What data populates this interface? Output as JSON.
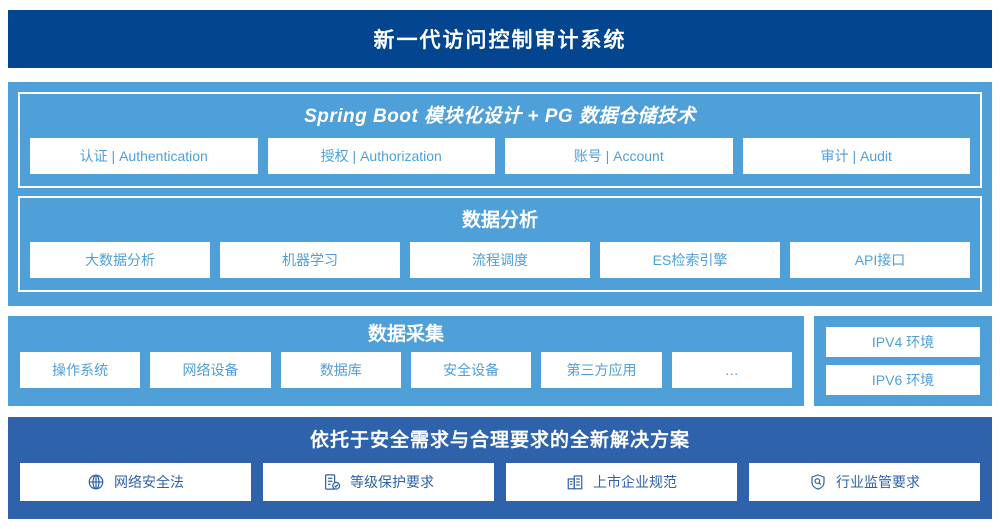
{
  "header": {
    "title": "新一代访问控制审计系统"
  },
  "sections": {
    "platform": {
      "title": "Spring Boot 模块化设计 + PG 数据仓储技术",
      "cards": [
        {
          "label": "认证 | Authentication"
        },
        {
          "label": "授权 | Authorization"
        },
        {
          "label": "账号 | Account"
        },
        {
          "label": "审计 | Audit"
        }
      ]
    },
    "analysis": {
      "title": "数据分析",
      "cards": [
        {
          "label": "大数据分析"
        },
        {
          "label": "机器学习"
        },
        {
          "label": "流程调度"
        },
        {
          "label": "ES检索引擎"
        },
        {
          "label": "API接口"
        }
      ]
    },
    "collection": {
      "title": "数据采集",
      "cards": [
        {
          "label": "操作系统"
        },
        {
          "label": "网络设备"
        },
        {
          "label": "数据库"
        },
        {
          "label": "安全设备"
        },
        {
          "label": "第三方应用"
        },
        {
          "label": "…"
        }
      ],
      "environments": [
        {
          "label": "IPV4 环境"
        },
        {
          "label": "IPV6 环境"
        }
      ]
    },
    "compliance": {
      "title": "依托于安全需求与合理要求的全新解决方案",
      "cards": [
        {
          "label": "网络安全法",
          "icon": "globe-icon"
        },
        {
          "label": "等级保护要求",
          "icon": "document-check-icon"
        },
        {
          "label": "上市企业规范",
          "icon": "bank-building-icon"
        },
        {
          "label": "行业监管要求",
          "icon": "shield-search-icon"
        }
      ]
    }
  },
  "colors": {
    "header_blue": "#04458f",
    "panel_blue": "#4f9fd8",
    "bottom_blue": "#2e62ab",
    "card_white": "#ffffff"
  }
}
